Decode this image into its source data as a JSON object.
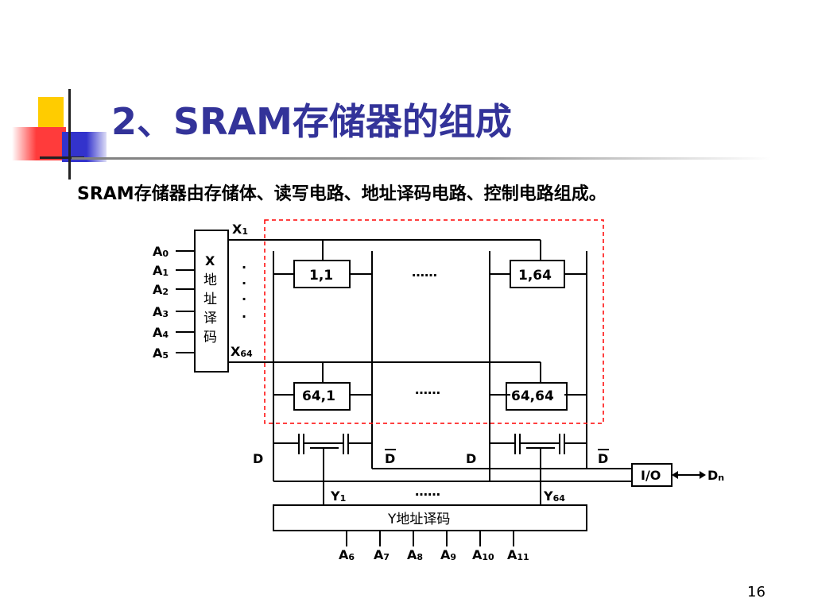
{
  "title": "2、SRAM存储器的组成",
  "subtitle": "SRAM存储器由存储体、读写电路、地址译码电路、控制电路组成。",
  "page_number": "16",
  "colors": {
    "title": "#333399",
    "deco_yellow": "#ffcc00",
    "deco_blue": "#3333cc",
    "deco_red": "#ff3b3b",
    "array_border": "#ff0000"
  },
  "diagram": {
    "x_decoder": {
      "line1": "X",
      "line2": "地",
      "line3": "址",
      "line4": "译",
      "line5": "码"
    },
    "x_inputs": [
      {
        "base": "A",
        "sub": "0"
      },
      {
        "base": "A",
        "sub": "1"
      },
      {
        "base": "A",
        "sub": "2"
      },
      {
        "base": "A",
        "sub": "3"
      },
      {
        "base": "A",
        "sub": "4"
      },
      {
        "base": "A",
        "sub": "5"
      }
    ],
    "x_out_first": {
      "base": "X",
      "sub": "1"
    },
    "x_out_last": {
      "base": "X",
      "sub": "64"
    },
    "cells": {
      "c11": "1,1",
      "c164": "1,64",
      "c641": "64,1",
      "c6464": "64,64"
    },
    "ellipsis": "……",
    "vdots": "·",
    "d_label": "D",
    "dbar_label": "D",
    "y_out_first": {
      "base": "Y",
      "sub": "1"
    },
    "y_out_last": {
      "base": "Y",
      "sub": "64"
    },
    "y_decoder": "Y地址译码",
    "y_inputs": [
      {
        "base": "A",
        "sub": "6"
      },
      {
        "base": "A",
        "sub": "7"
      },
      {
        "base": "A",
        "sub": "8"
      },
      {
        "base": "A",
        "sub": "9"
      },
      {
        "base": "A",
        "sub": "10"
      },
      {
        "base": "A",
        "sub": "11"
      }
    ],
    "io_label": "I/O",
    "dn": {
      "base": "D",
      "sub": "n"
    }
  }
}
